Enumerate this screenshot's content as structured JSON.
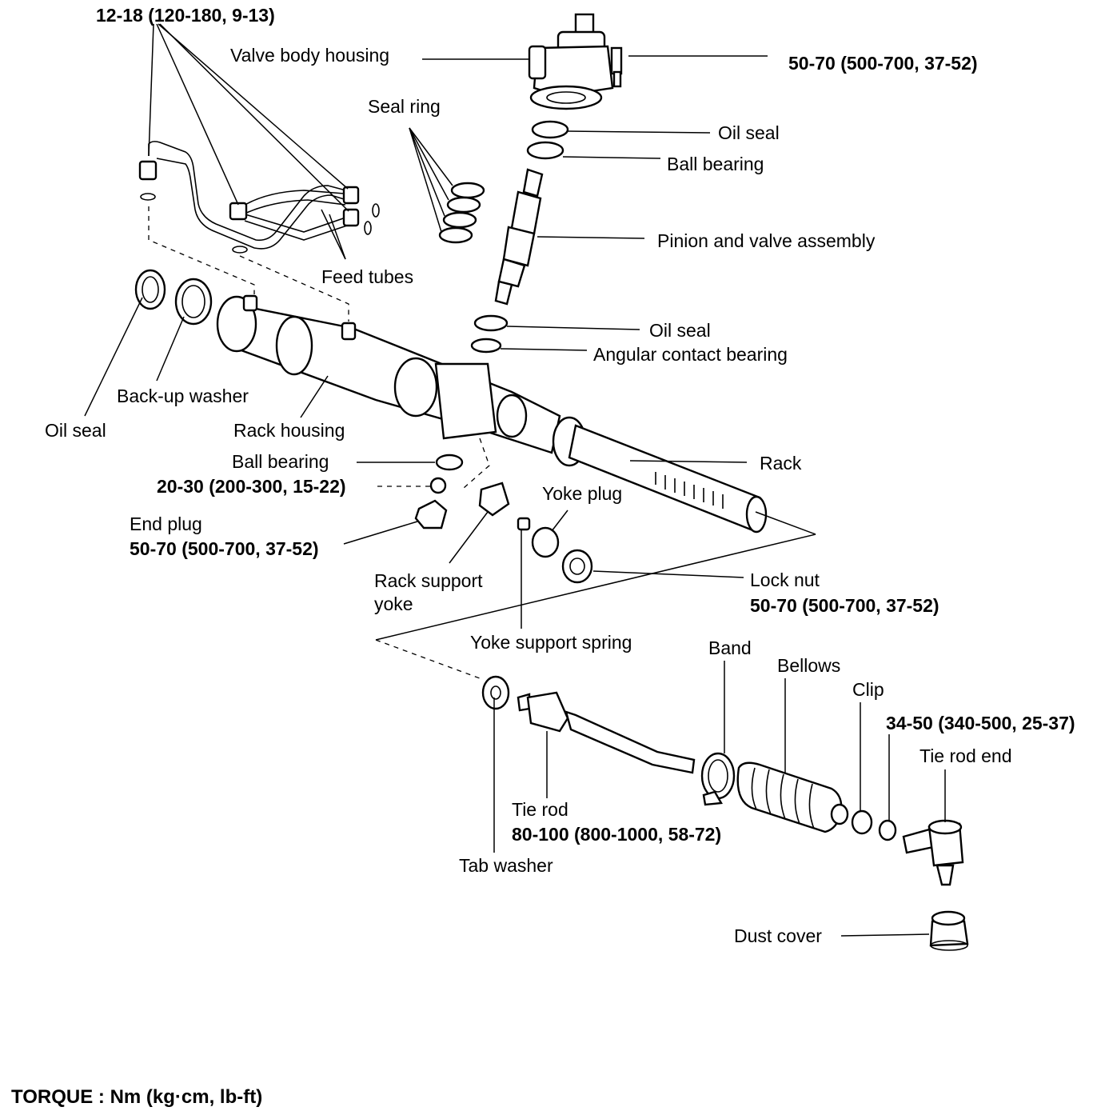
{
  "labels": {
    "torque_feed_tubes": "12-18 (120-180, 9-13)",
    "valve_body_housing": "Valve body housing",
    "torque_valve_body": "50-70 (500-700, 37-52)",
    "seal_ring": "Seal ring",
    "oil_seal_upper": "Oil seal",
    "ball_bearing_upper": "Ball bearing",
    "pinion_valve_assembly": "Pinion and valve assembly",
    "feed_tubes": "Feed tubes",
    "oil_seal_mid": "Oil seal",
    "angular_contact_bearing": "Angular contact bearing",
    "back_up_washer": "Back-up washer",
    "oil_seal_left": "Oil seal",
    "rack_housing": "Rack housing",
    "ball_bearing_lower": "Ball bearing",
    "rack": "Rack",
    "torque_ball_bearing": "20-30 (200-300, 15-22)",
    "yoke_plug": "Yoke plug",
    "end_plug": "End plug",
    "torque_end_plug": "50-70 (500-700, 37-52)",
    "lock_nut": "Lock nut",
    "torque_lock_nut": "50-70 (500-700, 37-52)",
    "rack_support_yoke_line1": "Rack support",
    "rack_support_yoke_line2": "yoke",
    "yoke_support_spring": "Yoke support spring",
    "band": "Band",
    "bellows": "Bellows",
    "clip": "Clip",
    "torque_tie_rod_end": "34-50 (340-500, 25-37)",
    "tie_rod_end": "Tie rod end",
    "tie_rod": "Tie rod",
    "torque_tie_rod": "80-100 (800-1000, 58-72)",
    "tab_washer": "Tab washer",
    "dust_cover": "Dust cover",
    "torque_legend": "TORQUE : Nm (kg·cm, lb-ft)"
  }
}
